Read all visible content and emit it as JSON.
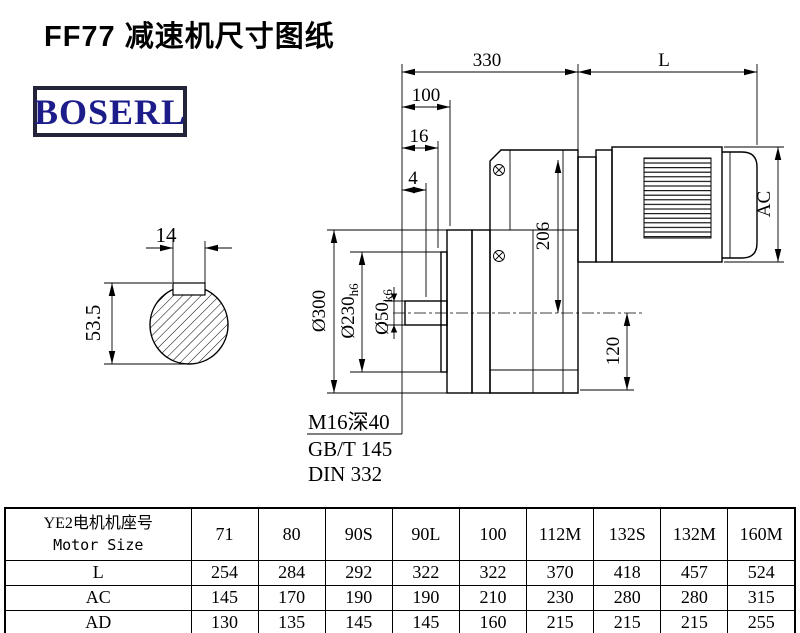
{
  "page": {
    "title": "FF77 减速机尺寸图纸",
    "brand": "BOSERL"
  },
  "drawing": {
    "dimensions": {
      "top_width": "330",
      "motor_length": "L",
      "dim_100": "100",
      "dim_16": "16",
      "dim_4": "4",
      "motor_diameter": "AC",
      "dim_206": "206",
      "dim_120": "120",
      "flange_diameter": "Ø300",
      "spigot_diameter": "Ø230",
      "spigot_tolerance": "h6",
      "shaft_diameter": "Ø50",
      "shaft_tolerance": "k6",
      "key_width": "14",
      "key_height": "53.5"
    },
    "notes": [
      "M16深40",
      "GB/T 145",
      "DIN 332"
    ]
  },
  "table": {
    "header": {
      "label_cn": "YE2电机机座号",
      "label_en": "Motor Size",
      "columns": [
        "71",
        "80",
        "90S",
        "90L",
        "100",
        "112M",
        "132S",
        "132M",
        "160M"
      ]
    },
    "rows": [
      {
        "label": "L",
        "values": [
          "254",
          "284",
          "292",
          "322",
          "322",
          "370",
          "418",
          "457",
          "524"
        ]
      },
      {
        "label": "AC",
        "values": [
          "145",
          "170",
          "190",
          "190",
          "210",
          "230",
          "280",
          "280",
          "315"
        ]
      },
      {
        "label": "AD",
        "values": [
          "130",
          "135",
          "145",
          "145",
          "160",
          "215",
          "215",
          "215",
          "255"
        ]
      }
    ]
  }
}
